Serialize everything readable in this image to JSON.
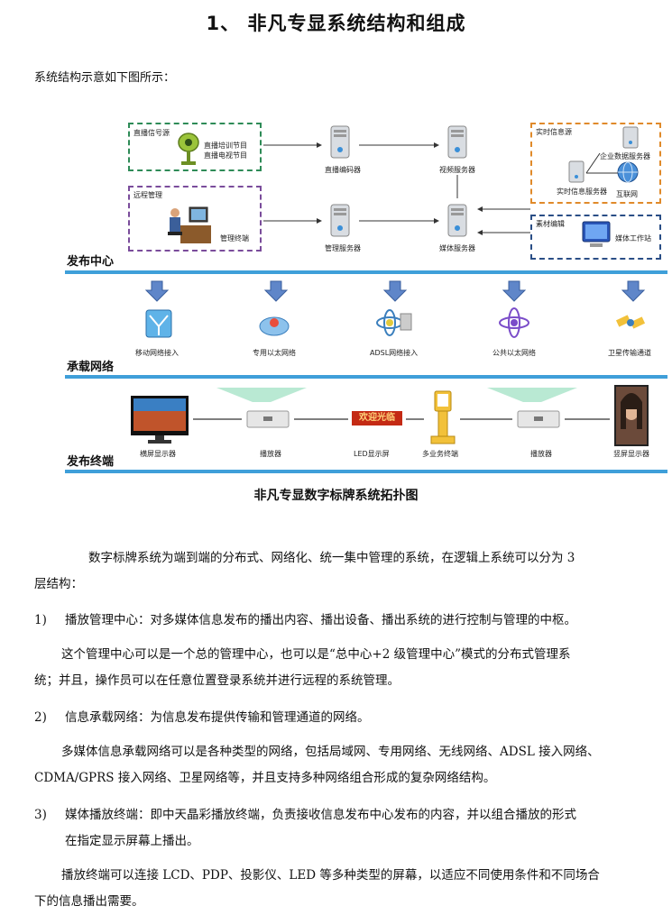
{
  "heading": "1、  非凡专显系统结构和组成",
  "intro": "系统结构示意如下图所示：",
  "diagram": {
    "center_title": "发布中心",
    "network_title": "承载网络",
    "terminal_title": "发布终端",
    "caption": "非凡专显数字标牌系统拓扑图",
    "live_box_title": "直播信号源",
    "live_items": [
      "直播培训节目",
      "直播电视节目"
    ],
    "remote_box_title": "远程管理",
    "manage_terminal": "管理终端",
    "live_encoder": "直播编码器",
    "video_server": "视频服务器",
    "manage_server": "管理服务器",
    "media_server": "媒体服务器",
    "realtime_box_title": "实时信息源",
    "enterprise_db": "企业数据服务器",
    "realtime_server": "实时信息服务器",
    "internet": "互联网",
    "material_box_title": "素材编辑",
    "media_workstation": "媒体工作站",
    "networks": [
      "移动网络接入",
      "专用以太网络",
      "ADSL网络接入",
      "公共以太网络",
      "卫星传输通道"
    ],
    "terminals": [
      "横屏显示器",
      "播放器",
      "LED显示屏",
      "多业务终端",
      "播放器",
      "竖屏显示器"
    ],
    "led_text": "欢迎光临"
  },
  "body": {
    "p1_line1": "数字标牌系统为端到端的分布式、网络化、统一集中管理的系统，在逻辑上系统可以分为 3",
    "p1_line2": "层结构：",
    "i1_num": "1)",
    "i1_text": "播放管理中心：对多媒体信息发布的播出内容、播出设备、播出系统的进行控制与管理的中枢。",
    "i1_sub_line1": "这个管理中心可以是一个总的管理中心，也可以是“总中心+2 级管理中心”模式的分布式管理系",
    "i1_sub_line2": "统；并且，操作员可以在任意位置登录系统并进行远程的系统管理。",
    "i2_num": "2)",
    "i2_text": "信息承载网络：为信息发布提供传输和管理通道的网络。",
    "i2_sub_line1": "多媒体信息承载网络可以是各种类型的网络，包括局域网、专用网络、无线网络、ADSL 接入网络、",
    "i2_sub_line2": "CDMA/GPRS 接入网络、卫星网络等，并且支持多种网络组合形成的复杂网络结构。",
    "i3_num": "3)",
    "i3_text_line1": "媒体播放终端：即中天晶彩播放终端，负责接收信息发布中心发布的内容，并以组合播放的形式",
    "i3_text_line2": "在指定显示屏幕上播出。",
    "i3_sub_line1": "播放终端可以连接 LCD、PDP、投影仪、LED 等多种类型的屏幕，以适应不同使用条件和不同场合",
    "i3_sub_line2": "下的信息播出需要。"
  },
  "colors": {
    "blue_band": "#3f9fd9",
    "green_box": "#2e8b57",
    "purple_box": "#7a4c9b",
    "orange_box": "#e08a2a",
    "navy_box": "#2a4e86",
    "led_red": "#c42a14"
  }
}
